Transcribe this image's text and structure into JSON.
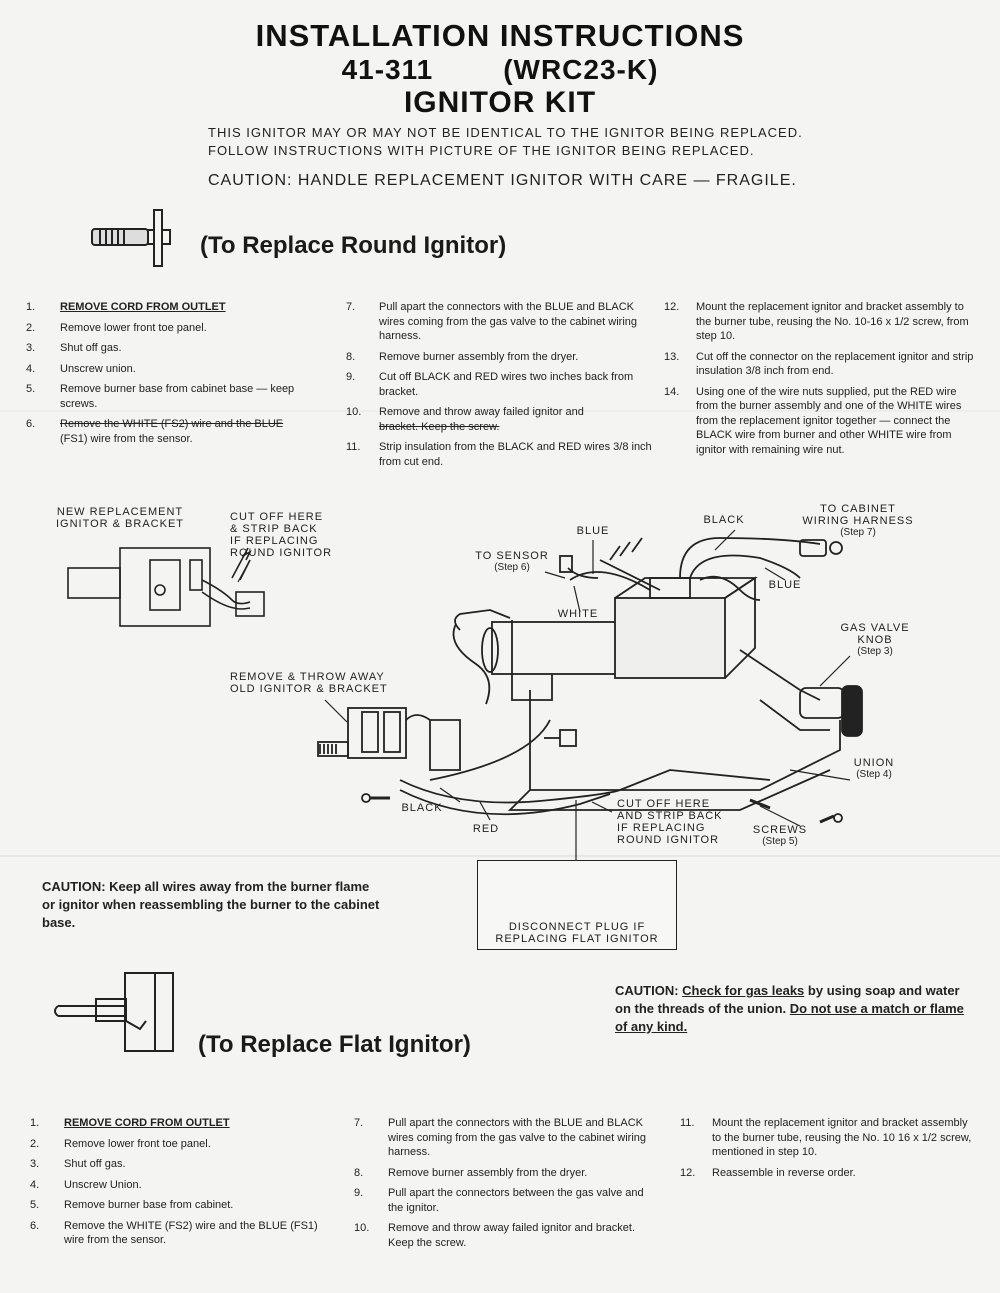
{
  "header": {
    "title": "INSTALLATION INSTRUCTIONS",
    "part_number": "41-311",
    "model": "(WRC23-K)",
    "kit_name": "IGNITOR KIT",
    "intro_line1": "THIS IGNITOR MAY OR MAY NOT BE IDENTICAL TO THE IGNITOR BEING REPLACED.",
    "intro_line2": "FOLLOW INSTRUCTIONS WITH PICTURE OF THE IGNITOR BEING REPLACED.",
    "caution": "CAUTION:  HANDLE REPLACEMENT IGNITOR WITH CARE — FRAGILE."
  },
  "round_section": {
    "heading": "(To Replace Round Ignitor)",
    "steps": [
      {
        "n": "1.",
        "text": "REMOVE CORD FROM OUTLET"
      },
      {
        "n": "2.",
        "text": "Remove lower front toe panel."
      },
      {
        "n": "3.",
        "text": "Shut off gas."
      },
      {
        "n": "4.",
        "text": "Unscrew union."
      },
      {
        "n": "5.",
        "text": "Remove burner base from cabinet base — keep screws."
      },
      {
        "n": "6.",
        "text": "Remove the WHITE (FS2) wire and the BLUE",
        "text2": "(FS1) wire from the sensor."
      },
      {
        "n": "7.",
        "text": "Pull apart the connectors with the BLUE and BLACK wires coming from the gas valve to the cabinet wiring harness."
      },
      {
        "n": "8.",
        "text": "Remove burner assembly from the dryer."
      },
      {
        "n": "9.",
        "text": "Cut off BLACK and RED wires two inches back from bracket."
      },
      {
        "n": "10.",
        "text": "Remove and throw away failed ignitor and",
        "text2": "bracket. Keep the screw."
      },
      {
        "n": "11.",
        "text": "Strip insulation from the BLACK and RED wires 3/8 inch from cut end."
      },
      {
        "n": "12.",
        "text": "Mount the replacement ignitor and bracket assembly to the burner tube, reusing the No. 10-16 x 1/2 screw, from step 10."
      },
      {
        "n": "13.",
        "text": "Cut off the connector on the replacement ignitor and strip insulation 3/8 inch from end."
      },
      {
        "n": "14.",
        "text": "Using one of the wire nuts supplied, put the RED wire from the burner assembly and one of the WHITE wires from the replacement ignitor together — connect the BLACK wire from burner and other WHITE wire from ignitor with remaining wire nut."
      }
    ]
  },
  "diagram_labels": {
    "new_replacement": "NEW REPLACEMENT\nIGNITOR & BRACKET",
    "cut_off_round": "CUT OFF HERE\n& STRIP BACK\nIF REPLACING\nROUND IGNITOR",
    "blue_top": "BLUE",
    "to_sensor": "TO SENSOR",
    "to_sensor_step": "(Step 6)",
    "white": "WHITE",
    "black_top": "BLACK",
    "to_cabinet": "TO CABINET\nWIRING HARNESS",
    "to_cabinet_step": "(Step 7)",
    "blue_right": "BLUE",
    "gas_valve_knob": "GAS VALVE\nKNOB",
    "gas_valve_step": "(Step 3)",
    "remove_old": "REMOVE & THROW AWAY\nOLD IGNITOR & BRACKET",
    "union": "UNION",
    "union_step": "(Step 4)",
    "black_bottom": "BLACK",
    "red": "RED",
    "cut_off_bottom": "CUT OFF HERE\nAND STRIP BACK\nIF REPLACING\nROUND IGNITOR",
    "screws": "SCREWS",
    "screws_step": "(Step 5)",
    "disconnect_plug": "DISCONNECT PLUG IF\nREPLACING FLAT IGNITOR"
  },
  "caution_wires": "CAUTION: Keep all wires away from the burner flame or ignitor when reassembling the burner to the cabinet base.",
  "caution_leak": {
    "prefix": "CAUTION: ",
    "check": "Check for gas leaks",
    "middle": " by using soap and water on the threads of the union. ",
    "warning": "Do not use a match or flame of any kind."
  },
  "flat_section": {
    "heading": "(To Replace Flat Ignitor)",
    "steps": [
      {
        "n": "1.",
        "text": "REMOVE CORD FROM OUTLET"
      },
      {
        "n": "2.",
        "text": "Remove lower front toe panel."
      },
      {
        "n": "3.",
        "text": "Shut off gas."
      },
      {
        "n": "4.",
        "text": "Unscrew Union."
      },
      {
        "n": "5.",
        "text": "Remove burner base from cabinet."
      },
      {
        "n": "6.",
        "text": "Remove the WHITE (FS2) wire and the BLUE (FS1) wire from the sensor."
      },
      {
        "n": "7.",
        "text": "Pull apart the connectors with the BLUE and BLACK wires coming from the gas valve to the cabinet wiring harness."
      },
      {
        "n": "8.",
        "text": "Remove burner assembly from the dryer."
      },
      {
        "n": "9.",
        "text": "Pull apart the connectors between the gas valve and the ignitor."
      },
      {
        "n": "10.",
        "text": "Remove and throw away failed ignitor and bracket. Keep the screw."
      },
      {
        "n": "11.",
        "text": "Mount the replacement ignitor and bracket assembly to the burner tube, reusing the No. 10 16 x 1/2 screw, mentioned in step 10."
      },
      {
        "n": "12.",
        "text": "Reassemble in reverse order."
      }
    ]
  }
}
